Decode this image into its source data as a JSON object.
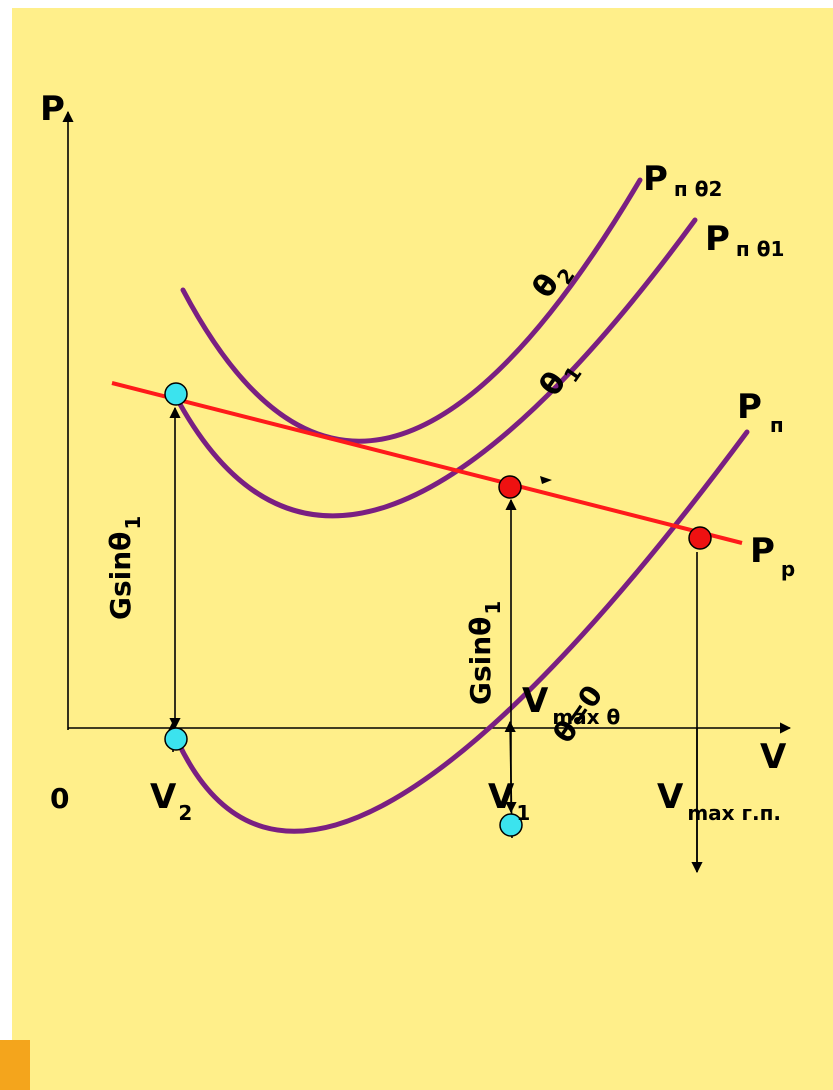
{
  "colors": {
    "background": "#FFEF8A",
    "curve": "#7A1F82",
    "line": "#FF1A1A",
    "point_cyan": "#3BE3EE",
    "point_red": "#EE1111",
    "corner": "#F4A51C"
  },
  "axes": {
    "y_label": "P",
    "x_label": "V",
    "origin_label": "0"
  },
  "curves": {
    "p_theta2": {
      "main": "P",
      "sub": "п θ2",
      "slope": "θ",
      "slope_sub": "2"
    },
    "p_theta1": {
      "main": "P",
      "sub": "п θ1",
      "slope": "θ",
      "slope_sub": "1"
    },
    "p_level": {
      "main": "P",
      "sub": "п",
      "slope": "θ=0"
    }
  },
  "line_label": {
    "main": "P",
    "sub": "р"
  },
  "gsin_left": {
    "main": "Gsinθ",
    "sub": "1"
  },
  "gsin_mid": {
    "main": "Gsinθ",
    "sub": "1"
  },
  "x_ticks": {
    "v2": {
      "main": "V",
      "sub": "2"
    },
    "v1": {
      "main": "V",
      "sub": "1"
    },
    "vmax_theta": {
      "main": "V",
      "sub": "max θ"
    },
    "vmax_gp": {
      "main": "V",
      "sub": "max г.п."
    }
  }
}
